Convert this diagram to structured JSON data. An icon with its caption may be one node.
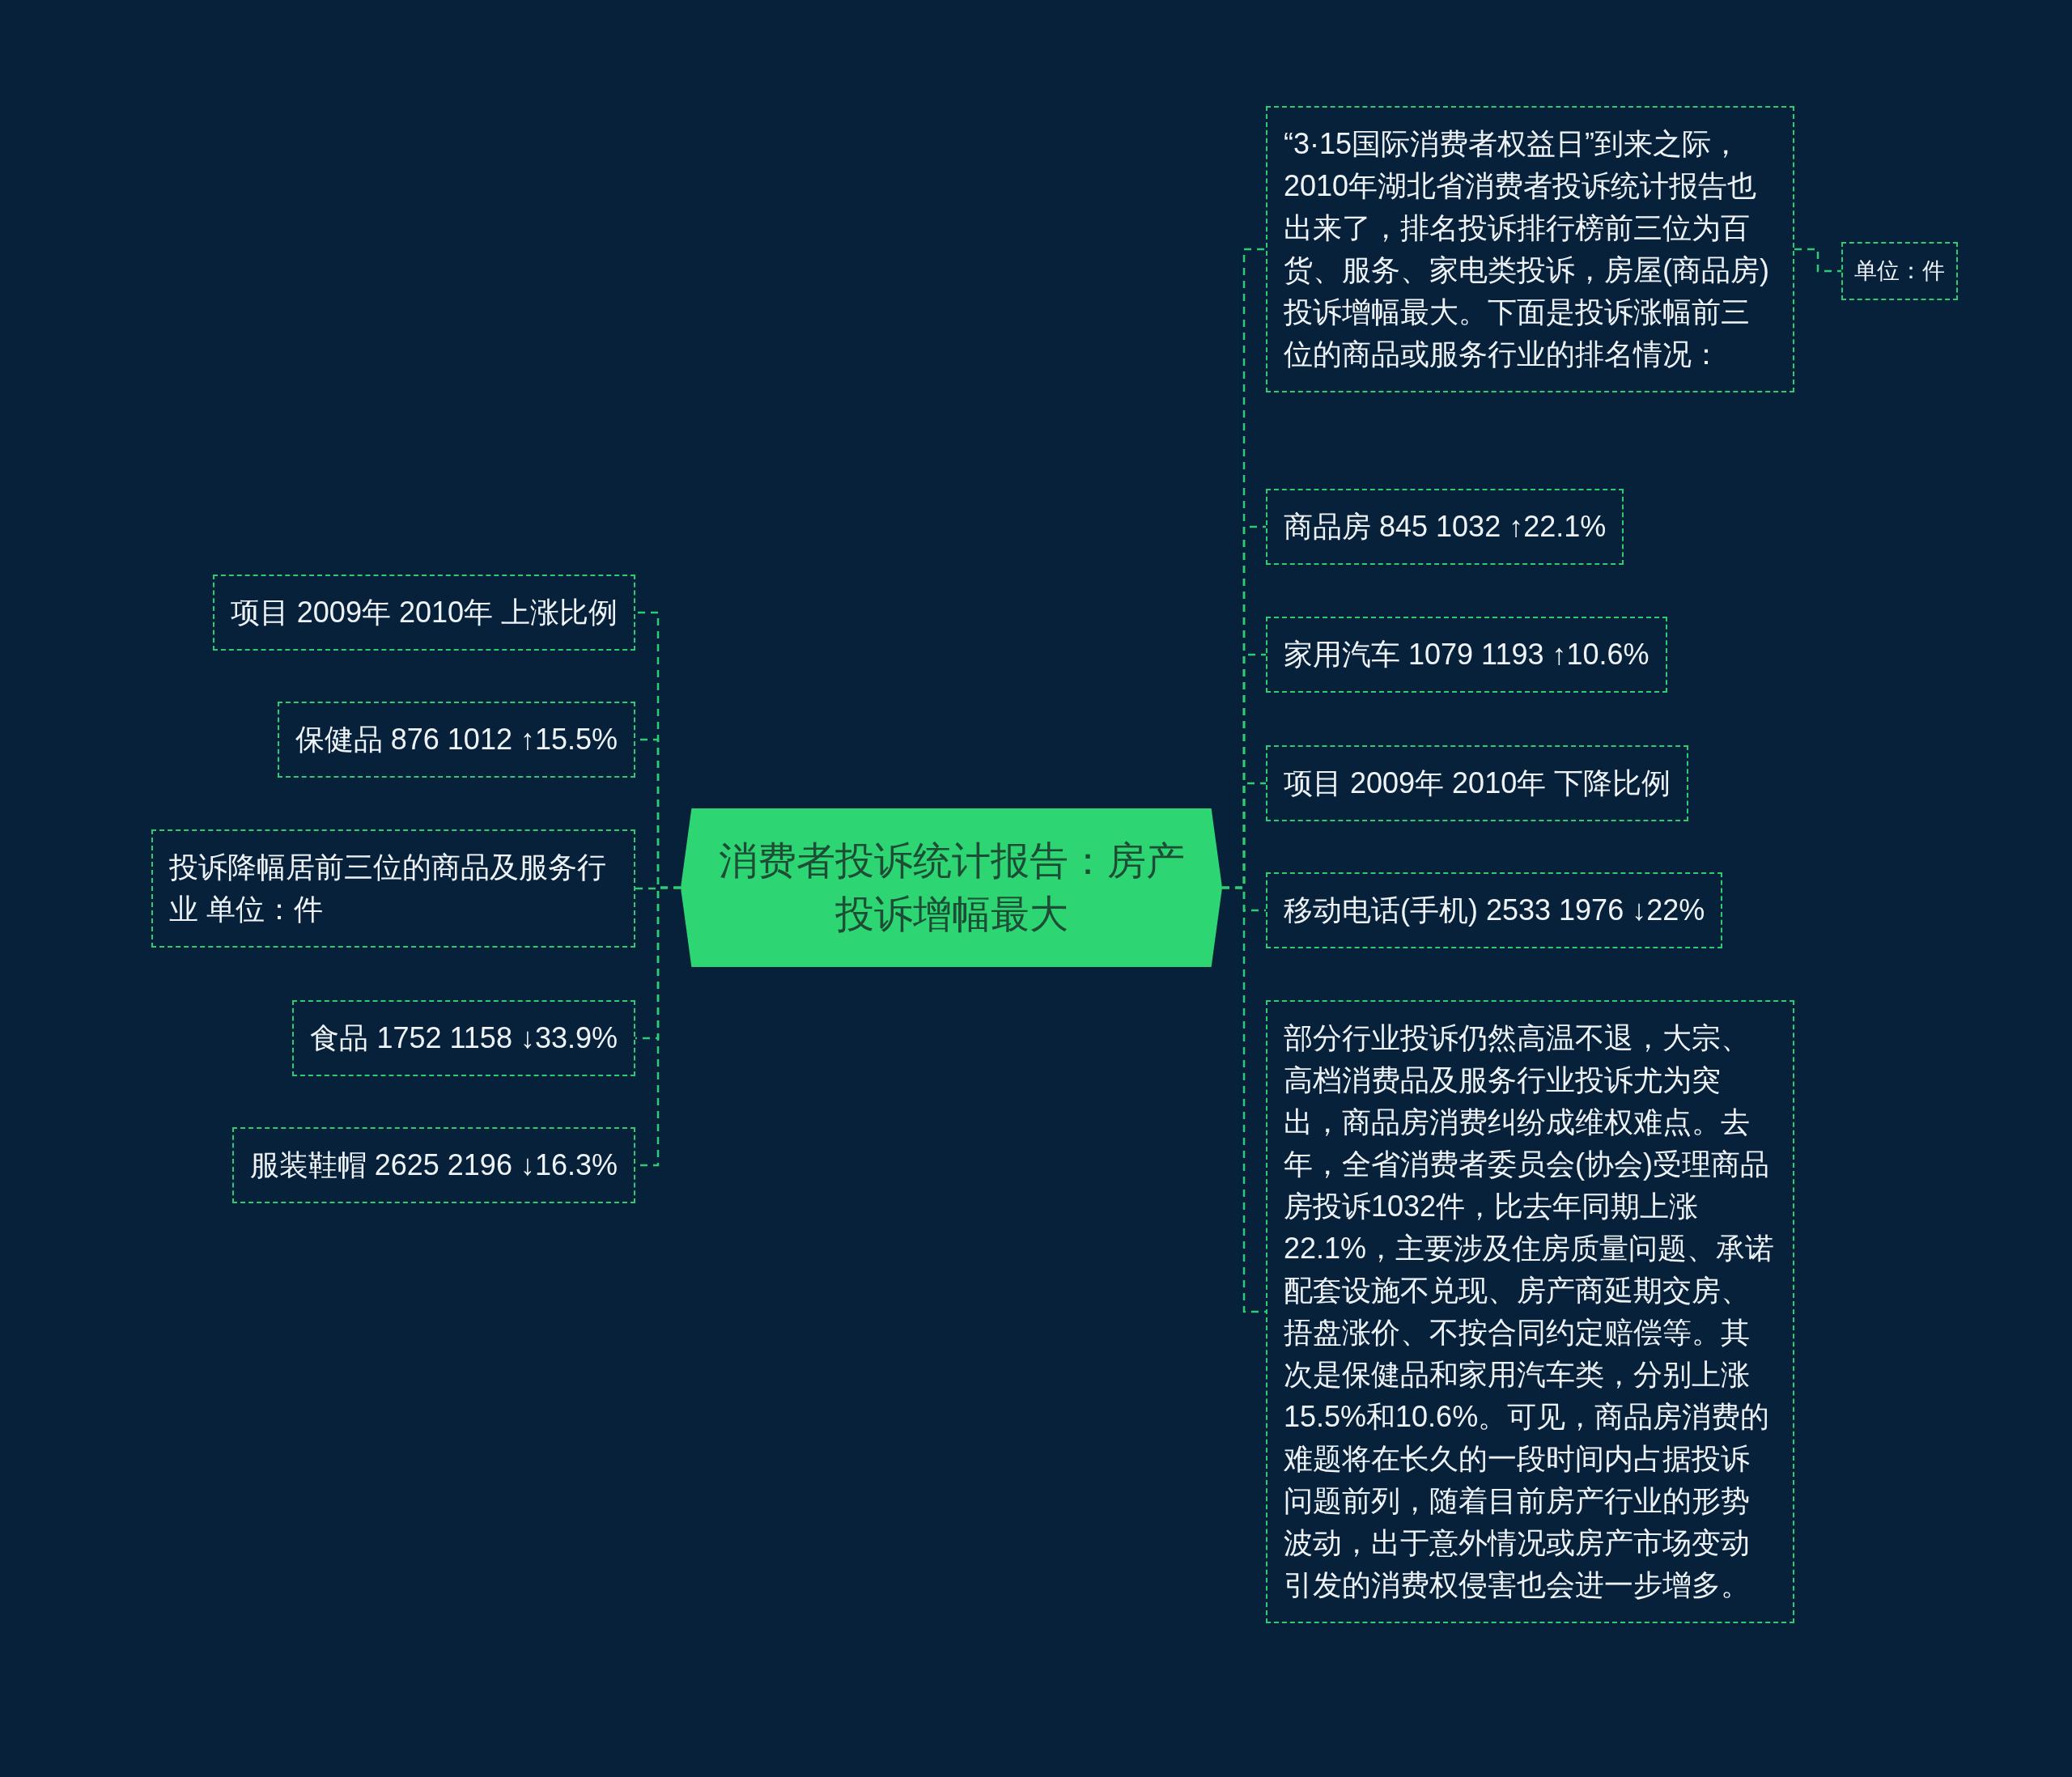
{
  "diagram": {
    "nodes": [
      {
        "text": [
          "消费者投诉统计报告：房产投诉增幅最大"
        ]
      },
      {
        "text": [
          "“3·15国际消费者权益日”到来之际，2010年湖北省消费者投诉统计报告也出来了，排名投诉排行榜前三位为百货、服务、家电类投诉，房屋(商品房)投诉增幅最大。下面是投诉涨幅前三位的商品或服务行业的排名情况："
        ]
      },
      {
        "text": [
          "单位：件"
        ]
      },
      {
        "text": [
          "商品房 845 1032 ↑22.1%"
        ]
      },
      {
        "text": [
          "家用汽车 1079 1193 ↑10.6%"
        ]
      },
      {
        "text": [
          "项目 2009年 2010年 下降比例"
        ]
      },
      {
        "text": [
          "移动电话(手机) 2533 1976 ↓22%"
        ]
      },
      {
        "text": [
          "部分行业投诉仍然高温不退，大宗、高档消费品及服务行业投诉尤为突出，商品房消费纠纷成维权难点。去年，全省消费者委员会(协会)受理商品房投诉1032件，比去年同期上涨22.1%，主要涉及住房质量问题、承诺配套设施不兑现、房产商延期交房、捂盘涨价、不按合同约定赔偿等。其次是保健品和家用汽车类，分别上涨15.5%和10.6%。可见，商品房消费的难题将在长久的一段时间内占据投诉问题前列，随着目前房产行业的形势波动，出于意外情况或房产市场变动引发的消费权侵害也会进一步增多。"
        ]
      },
      {
        "text": [
          "项目 2009年 2010年 上涨比例"
        ]
      },
      {
        "text": [
          "保健品 876 1012 ↑15.5%"
        ]
      },
      {
        "text": [
          "投诉降幅居前三位的商品及服务行业 单位：件"
        ]
      },
      {
        "text": [
          "食品 1752 1158 ↓33.9%"
        ]
      },
      {
        "text": [
          "服装鞋帽 2625 2196 ↓16.3%"
        ]
      }
    ],
    "edges": [
      {
        "from": 0,
        "to": 1,
        "arrow": "none"
      },
      {
        "from": 1,
        "to": 2,
        "arrow": "none"
      },
      {
        "from": 0,
        "to": 3,
        "arrow": "none"
      },
      {
        "from": 0,
        "to": 4,
        "arrow": "none"
      },
      {
        "from": 0,
        "to": 5,
        "arrow": "none"
      },
      {
        "from": 0,
        "to": 6,
        "arrow": "none"
      },
      {
        "from": 0,
        "to": 7,
        "arrow": "none"
      },
      {
        "from": 0,
        "to": 8,
        "arrow": "none"
      },
      {
        "from": 0,
        "to": 9,
        "arrow": "none"
      },
      {
        "from": 0,
        "to": 10,
        "arrow": "none"
      },
      {
        "from": 0,
        "to": 11,
        "arrow": "none"
      },
      {
        "from": 0,
        "to": 12,
        "arrow": "none"
      }
    ]
  }
}
